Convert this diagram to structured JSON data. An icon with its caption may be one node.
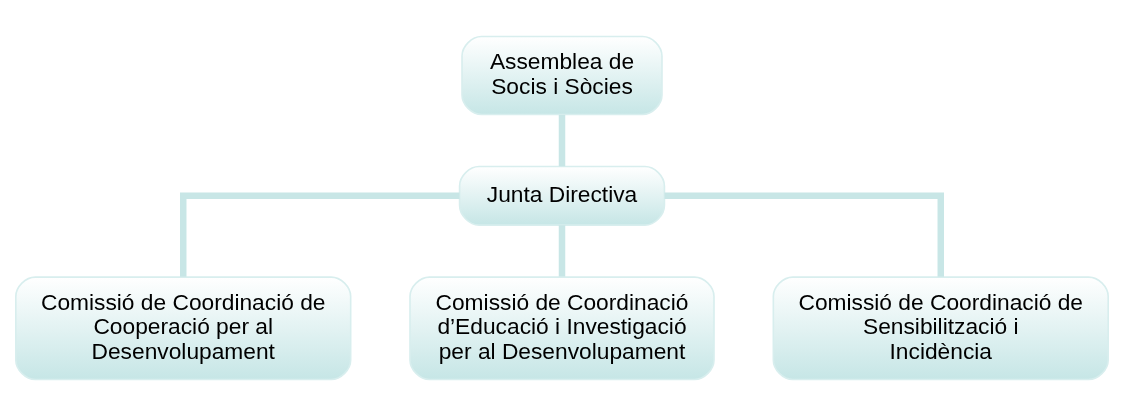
{
  "diagram": {
    "nodes": [
      {
        "text": [
          "Assemblea de Socis i Sòcies"
        ]
      },
      {
        "text": [
          "Junta Directiva"
        ]
      },
      {
        "text": [
          "Comissió de Coordinació de Cooperació per al Desenvolupament"
        ]
      },
      {
        "text": [
          "Comissió de Coordinació d’Educació i Investigació per al Desenvolupament"
        ]
      },
      {
        "text": [
          "Comissió de Coordinació de Sensibilització i Incidència"
        ]
      }
    ],
    "edges": [
      {
        "from": 0,
        "to": 1,
        "arrow": "none"
      },
      {
        "from": 1,
        "to": 2,
        "arrow": "none"
      },
      {
        "from": 1,
        "to": 3,
        "arrow": "none"
      },
      {
        "from": 1,
        "to": 4,
        "arrow": "none"
      }
    ]
  }
}
